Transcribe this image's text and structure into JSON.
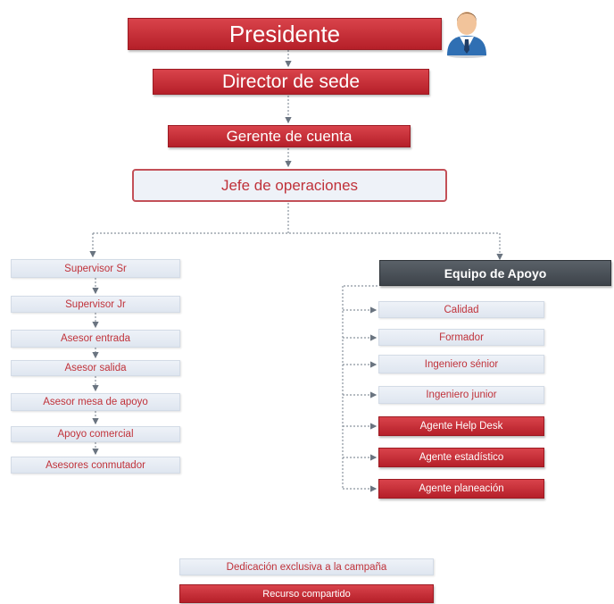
{
  "top_chain": {
    "president": "Presidente",
    "director": "Director de sede",
    "account_manager": "Gerente de cuenta",
    "operations_head": "Jefe de operaciones"
  },
  "left_column": [
    "Supervisor Sr",
    "Supervisor Jr",
    "Asesor entrada",
    "Asesor salida",
    "Asesor mesa de apoyo",
    "Apoyo comercial",
    "Asesores conmutador"
  ],
  "support_team": {
    "title": "Equipo de Apoyo",
    "items": [
      "Calidad",
      "Formador",
      "Ingeniero sénior",
      "Ingeniero junior",
      "Agente Help Desk",
      "Agente estadístico",
      "Agente planeación"
    ]
  },
  "legend": {
    "exclusive": "Dedicación exclusiva a la campaña",
    "shared": "Recurso compartido"
  },
  "colors": {
    "accent_red": "#c0323a",
    "light_box": "#e6ecf4",
    "dark_box": "#4a5057"
  },
  "icons": {
    "president": "person-icon"
  }
}
